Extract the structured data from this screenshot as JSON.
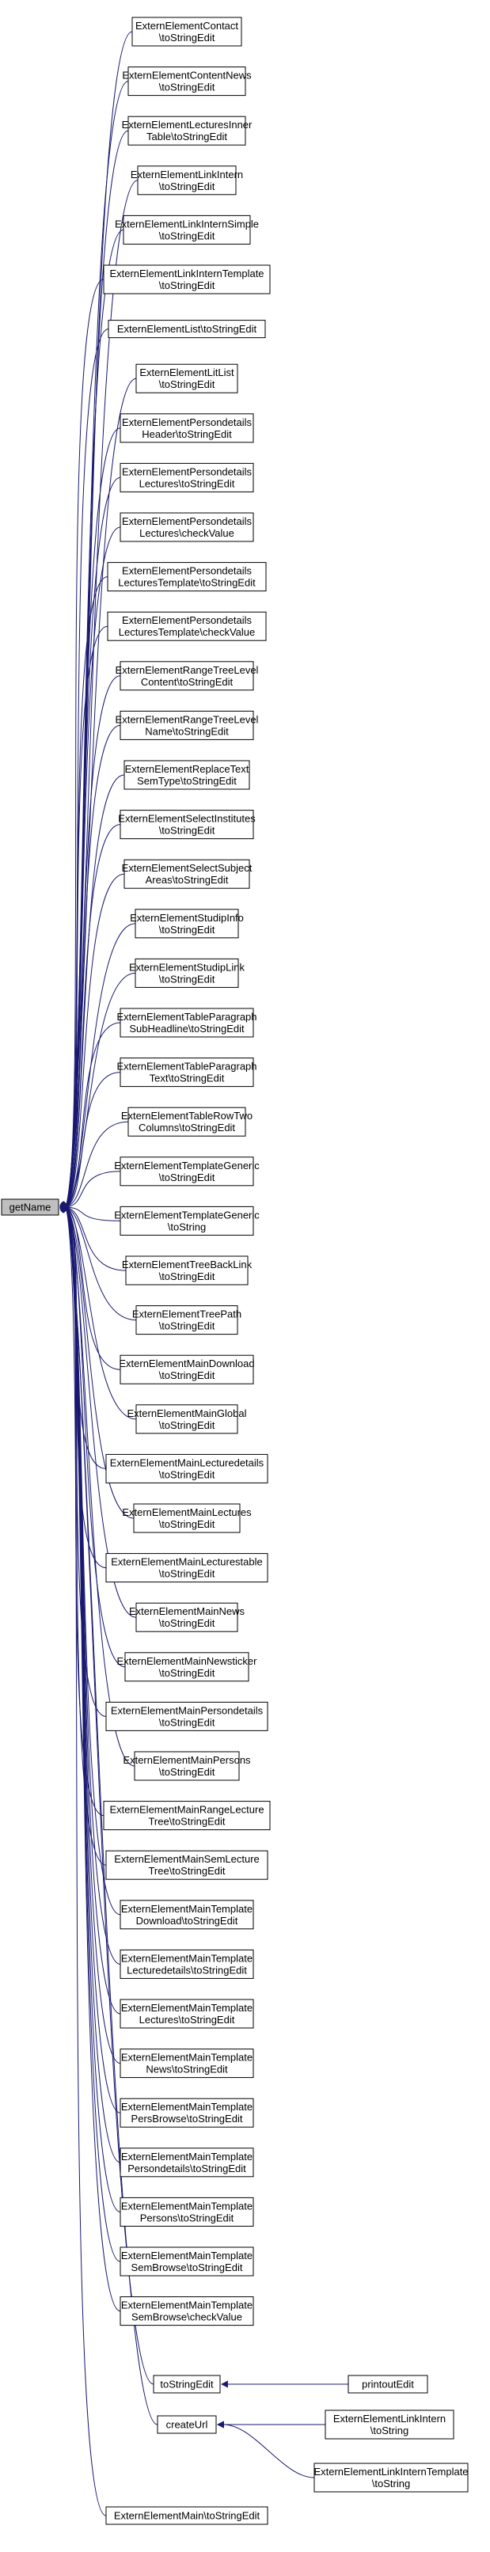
{
  "graph": {
    "root": {
      "label": "getName"
    },
    "callers": [
      {
        "id": "n0",
        "lines": [
          "ExternElementContact",
          "\\toStringEdit"
        ]
      },
      {
        "id": "n1",
        "lines": [
          "ExternElementContentNews",
          "\\toStringEdit"
        ]
      },
      {
        "id": "n2",
        "lines": [
          "ExternElementLecturesInner",
          "Table\\toStringEdit"
        ]
      },
      {
        "id": "n3",
        "lines": [
          "ExternElementLinkIntern",
          "\\toStringEdit"
        ]
      },
      {
        "id": "n4",
        "lines": [
          "ExternElementLinkInternSimple",
          "\\toStringEdit"
        ]
      },
      {
        "id": "n5",
        "lines": [
          "ExternElementLinkInternTemplate",
          "\\toStringEdit"
        ]
      },
      {
        "id": "n6",
        "lines": [
          "ExternElementList\\toStringEdit"
        ]
      },
      {
        "id": "n7",
        "lines": [
          "ExternElementLitList",
          "\\toStringEdit"
        ]
      },
      {
        "id": "n8",
        "lines": [
          "ExternElementPersondetails",
          "Header\\toStringEdit"
        ]
      },
      {
        "id": "n9",
        "lines": [
          "ExternElementPersondetails",
          "Lectures\\toStringEdit"
        ]
      },
      {
        "id": "n10",
        "lines": [
          "ExternElementPersondetails",
          "Lectures\\checkValue"
        ]
      },
      {
        "id": "n11",
        "lines": [
          "ExternElementPersondetails",
          "LecturesTemplate\\toStringEdit"
        ]
      },
      {
        "id": "n12",
        "lines": [
          "ExternElementPersondetails",
          "LecturesTemplate\\checkValue"
        ]
      },
      {
        "id": "n13",
        "lines": [
          "ExternElementRangeTreeLevel",
          "Content\\toStringEdit"
        ]
      },
      {
        "id": "n14",
        "lines": [
          "ExternElementRangeTreeLevel",
          "Name\\toStringEdit"
        ]
      },
      {
        "id": "n15",
        "lines": [
          "ExternElementReplaceText",
          "SemType\\toStringEdit"
        ]
      },
      {
        "id": "n16",
        "lines": [
          "ExternElementSelectInstitutes",
          "\\toStringEdit"
        ]
      },
      {
        "id": "n17",
        "lines": [
          "ExternElementSelectSubject",
          "Areas\\toStringEdit"
        ]
      },
      {
        "id": "n18",
        "lines": [
          "ExternElementStudipInfo",
          "\\toStringEdit"
        ]
      },
      {
        "id": "n19",
        "lines": [
          "ExternElementStudipLink",
          "\\toStringEdit"
        ]
      },
      {
        "id": "n20",
        "lines": [
          "ExternElementTableParagraph",
          "SubHeadline\\toStringEdit"
        ]
      },
      {
        "id": "n21",
        "lines": [
          "ExternElementTableParagraph",
          "Text\\toStringEdit"
        ]
      },
      {
        "id": "n22",
        "lines": [
          "ExternElementTableRowTwo",
          "Columns\\toStringEdit"
        ]
      },
      {
        "id": "n23",
        "lines": [
          "ExternElementTemplateGeneric",
          "\\toStringEdit"
        ]
      },
      {
        "id": "n24",
        "lines": [
          "ExternElementTemplateGeneric",
          "\\toString"
        ]
      },
      {
        "id": "n25",
        "lines": [
          "ExternElementTreeBackLink",
          "\\toStringEdit"
        ]
      },
      {
        "id": "n26",
        "lines": [
          "ExternElementTreePath",
          "\\toStringEdit"
        ]
      },
      {
        "id": "n27",
        "lines": [
          "ExternElementMainDownload",
          "\\toStringEdit"
        ]
      },
      {
        "id": "n28",
        "lines": [
          "ExternElementMainGlobal",
          "\\toStringEdit"
        ]
      },
      {
        "id": "n29",
        "lines": [
          "ExternElementMainLecturedetails",
          "\\toStringEdit"
        ]
      },
      {
        "id": "n30",
        "lines": [
          "ExternElementMainLectures",
          "\\toStringEdit"
        ]
      },
      {
        "id": "n31",
        "lines": [
          "ExternElementMainLecturestable",
          "\\toStringEdit"
        ]
      },
      {
        "id": "n32",
        "lines": [
          "ExternElementMainNews",
          "\\toStringEdit"
        ]
      },
      {
        "id": "n33",
        "lines": [
          "ExternElementMainNewsticker",
          "\\toStringEdit"
        ]
      },
      {
        "id": "n34",
        "lines": [
          "ExternElementMainPersondetails",
          "\\toStringEdit"
        ]
      },
      {
        "id": "n35",
        "lines": [
          "ExternElementMainPersons",
          "\\toStringEdit"
        ]
      },
      {
        "id": "n36",
        "lines": [
          "ExternElementMainRangeLecture",
          "Tree\\toStringEdit"
        ]
      },
      {
        "id": "n37",
        "lines": [
          "ExternElementMainSemLecture",
          "Tree\\toStringEdit"
        ]
      },
      {
        "id": "n38",
        "lines": [
          "ExternElementMainTemplate",
          "Download\\toStringEdit"
        ]
      },
      {
        "id": "n39",
        "lines": [
          "ExternElementMainTemplate",
          "Lecturedetails\\toStringEdit"
        ]
      },
      {
        "id": "n40",
        "lines": [
          "ExternElementMainTemplate",
          "Lectures\\toStringEdit"
        ]
      },
      {
        "id": "n41",
        "lines": [
          "ExternElementMainTemplate",
          "News\\toStringEdit"
        ]
      },
      {
        "id": "n42",
        "lines": [
          "ExternElementMainTemplate",
          "PersBrowse\\toStringEdit"
        ]
      },
      {
        "id": "n43",
        "lines": [
          "ExternElementMainTemplate",
          "Persondetails\\toStringEdit"
        ]
      },
      {
        "id": "n44",
        "lines": [
          "ExternElementMainTemplate",
          "Persons\\toStringEdit"
        ]
      },
      {
        "id": "n45",
        "lines": [
          "ExternElementMainTemplate",
          "SemBrowse\\toStringEdit"
        ]
      },
      {
        "id": "n46",
        "lines": [
          "ExternElementMainTemplate",
          "SemBrowse\\checkValue"
        ]
      },
      {
        "id": "n47",
        "lines": [
          "toStringEdit"
        ]
      },
      {
        "id": "n48",
        "lines": [
          "createUrl"
        ]
      },
      {
        "id": "n49",
        "lines": [
          "ExternElementMain\\toStringEdit"
        ]
      }
    ],
    "secondary": [
      {
        "id": "s0",
        "lines": [
          "printoutEdit"
        ]
      },
      {
        "id": "s1",
        "lines": [
          "ExternElementLinkIntern",
          "\\toString"
        ]
      },
      {
        "id": "s2",
        "lines": [
          "ExternElementLinkInternTemplate",
          "\\toString"
        ]
      }
    ],
    "colors": {
      "edge": "#191970",
      "box_border": "#000000",
      "root_fill": "#bfbfbf",
      "box_fill": "#ffffff",
      "text": "#000000"
    }
  }
}
